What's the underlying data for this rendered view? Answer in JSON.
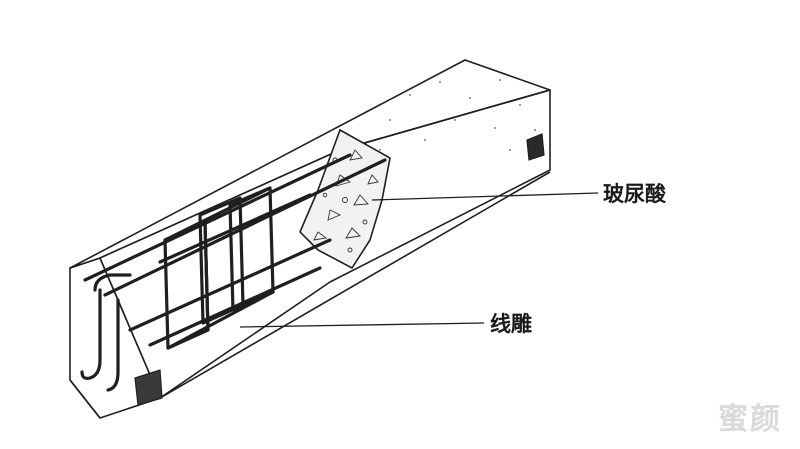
{
  "labels": {
    "hyaluronic_acid": "玻尿酸",
    "thread_carving": "线雕"
  },
  "watermark": {
    "text": "蜜颜"
  },
  "colors": {
    "line": "#1f1f1f",
    "block_fill": "#ffffff",
    "cutaway_fill": "#f2f2f2",
    "text": "#1a1a1a"
  }
}
